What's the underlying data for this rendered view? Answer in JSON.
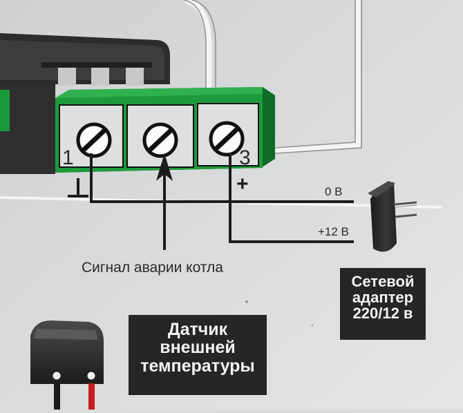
{
  "terminal_block": {
    "pin_left_number": "1",
    "pin_right_number": "3",
    "ground_symbol_label": "⊥",
    "plus_label": "+"
  },
  "wires": {
    "zero_volt_label": "0 В",
    "plus_twelve_label": "+12 В"
  },
  "signal_label": "Сигнал аварии котла",
  "adapter_box": {
    "line1": "Сетевой",
    "line2": "адаптер",
    "line3": "220/12 в"
  },
  "sensor_box": {
    "line1": "Датчик",
    "line2": "внешней",
    "line3": "температуры"
  },
  "colors": {
    "background": "#d9dbdc",
    "terminal_green": "#1e9a3c",
    "terminal_dark_green": "#0f6b26",
    "wire": "#1c1c1c",
    "label_box": "#262626"
  }
}
